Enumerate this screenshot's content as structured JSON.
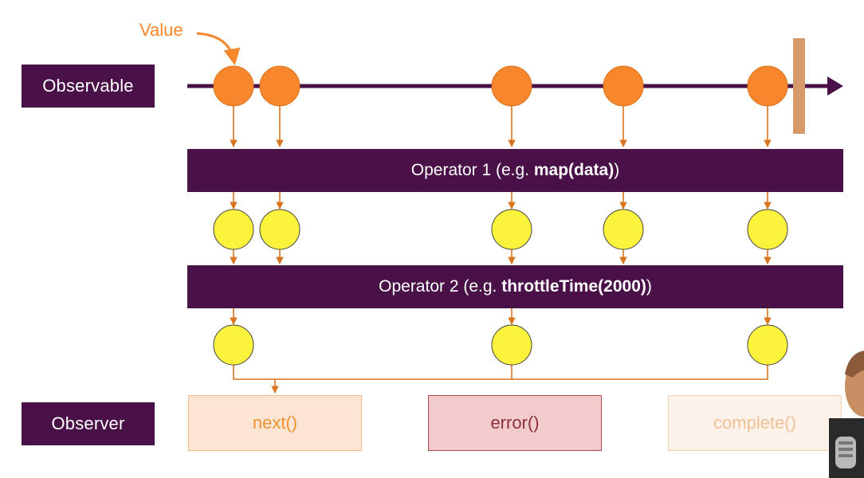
{
  "colors": {
    "purple": "#4a1149",
    "orange": "#f7862c",
    "orange_dark": "#d9741f",
    "yellow": "#fbf33c",
    "stop_marker": "#d69a6a",
    "next_bg": "#fce6d3",
    "next_border": "#f3b98a",
    "next_text": "#f0912e",
    "error_bg": "#f2cbcc",
    "error_border": "#b04a55",
    "error_text": "#8e2f3d",
    "complete_bg": "#fdf2ea",
    "complete_border": "#f5d2b6",
    "complete_text": "#efc197"
  },
  "labels": {
    "value": "Value",
    "observable": "Observable",
    "observer": "Observer"
  },
  "operators": {
    "op1_prefix": "Operator 1 (e.g. ",
    "op1_code": "map(data)",
    "op1_suffix": ")",
    "op2_prefix": "Operator 2 (e.g. ",
    "op2_code": "throttleTime(2000)",
    "op2_suffix": ")"
  },
  "handlers": {
    "next": "next()",
    "error": "error()",
    "complete": "complete()"
  },
  "emissions": {
    "source_count": 5,
    "after_map_count": 5,
    "after_throttle_count": 3
  }
}
